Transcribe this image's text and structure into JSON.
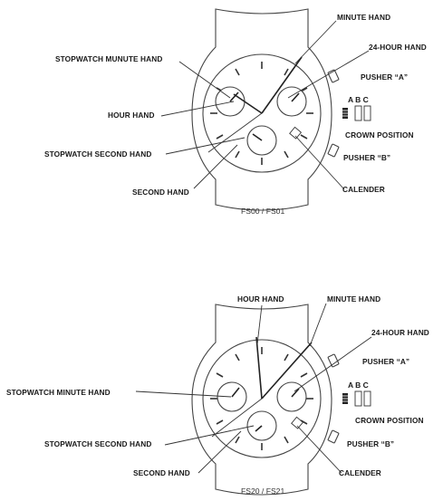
{
  "diagrams": [
    {
      "model": "FS00 / FS01",
      "labels": {
        "minute_hand": "MINUTE HAND",
        "hour_24": "24-HOUR HAND",
        "stopwatch_minute": "STOPWATCH MUNUTE HAND",
        "pusher_a": "PUSHER “A”",
        "hour_hand": "HOUR HAND",
        "crown_position": "CROWN POSITION",
        "stopwatch_second": "STOPWATCH SECOND HAND",
        "pusher_b": "PUSHER “B”",
        "second_hand": "SECOND HAND",
        "calender": "CALENDER"
      },
      "crown_letters": "A B C"
    },
    {
      "model": "FS20 / FS21",
      "labels": {
        "hour_hand": "HOUR HAND",
        "minute_hand": "MINUTE HAND",
        "hour_24": "24-HOUR HAND",
        "pusher_a": "PUSHER “A”",
        "stopwatch_minute": "STOPWATCH MINUTE HAND",
        "crown_position": "CROWN POSITION",
        "stopwatch_second": "STOPWATCH SECOND HAND",
        "pusher_b": "PUSHER “B”",
        "second_hand": "SECOND HAND",
        "calender": "CALENDER"
      },
      "crown_letters": "A B C"
    }
  ]
}
